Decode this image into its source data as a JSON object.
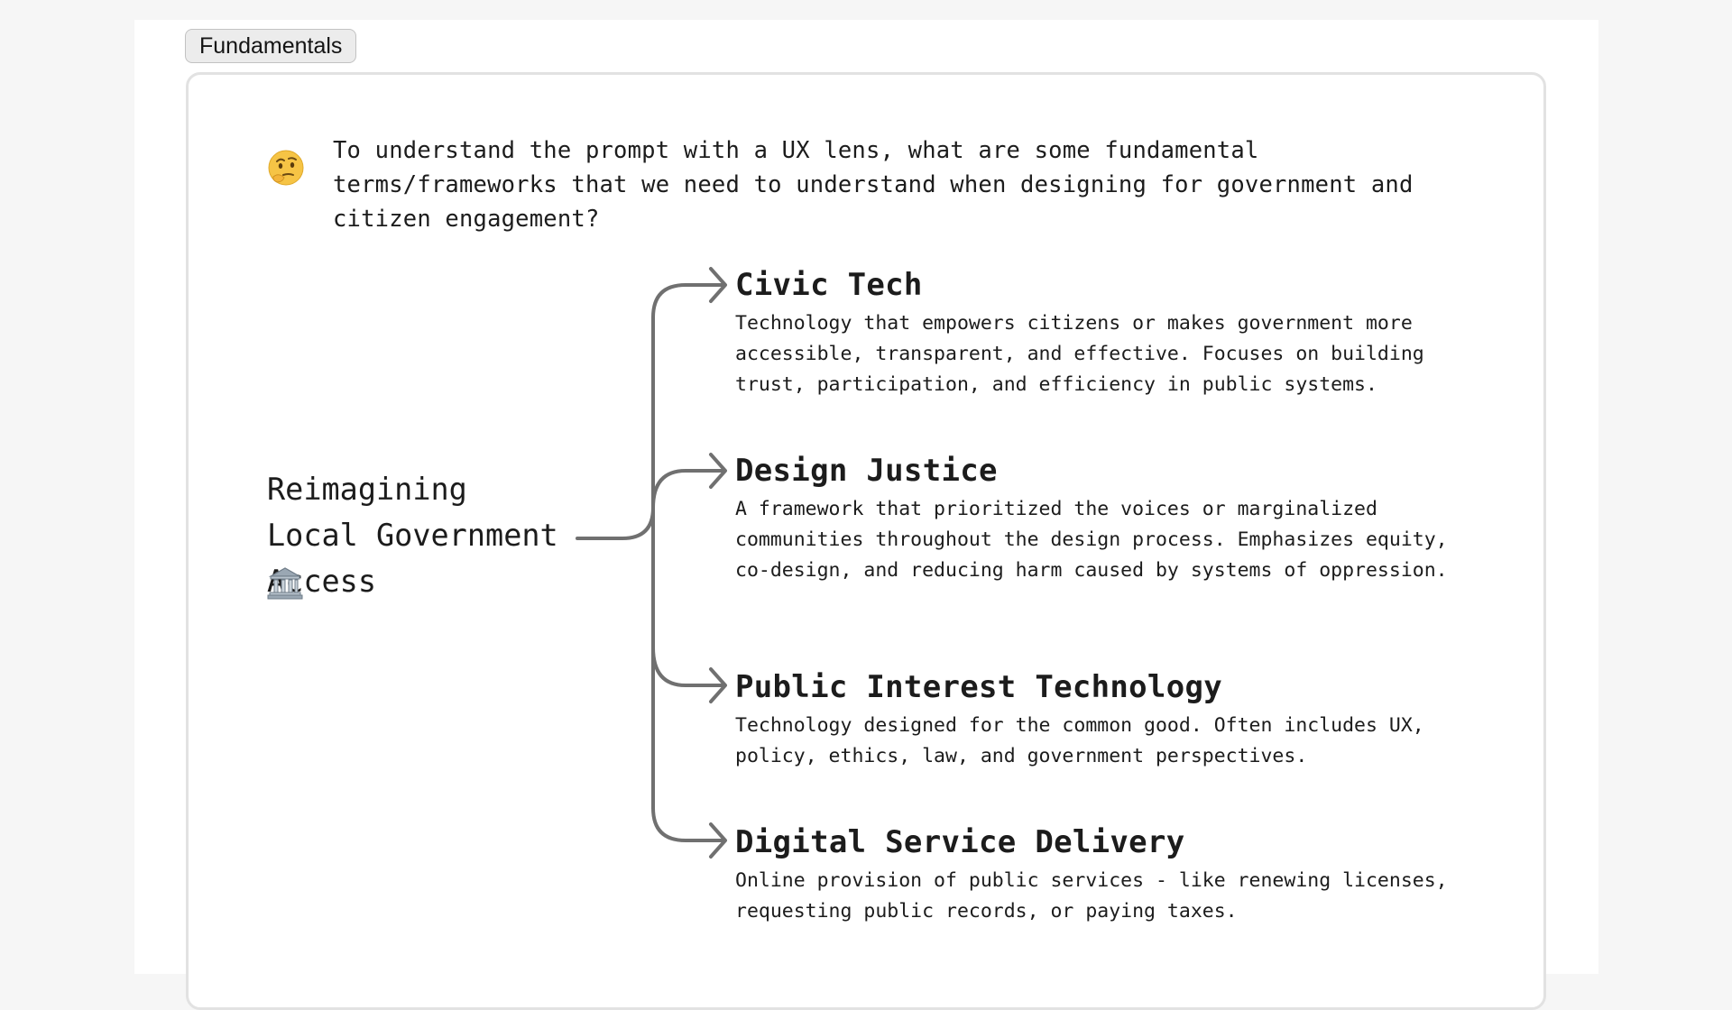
{
  "section_tag": "Fundamentals",
  "prompt": {
    "icon": "thinking-face-icon",
    "emoji": "🤔",
    "text": "To understand the prompt with a UX lens, what are some fundamental terms/frameworks that we need to understand when designing for government and citizen engagement?"
  },
  "root": {
    "title": "Reimagining Local Government Access",
    "icon": "classical-building-icon",
    "emoji": "🏛️"
  },
  "branches": [
    {
      "title": "Civic Tech",
      "description": "Technology that empowers citizens or makes government more accessible, transparent, and effective. Focuses on building trust, participation, and efficiency in public systems."
    },
    {
      "title": "Design Justice",
      "description": "A framework that prioritized the voices or marginalized communities throughout the design process. Emphasizes equity, co-design, and reducing harm caused by systems of oppression."
    },
    {
      "title": "Public Interest Technology",
      "description": "Technology designed for the common good. Often includes UX, policy, ethics, law, and government perspectives."
    },
    {
      "title": "Digital Service Delivery",
      "description": "Online provision of public services - like renewing licenses, requesting public records, or paying taxes."
    }
  ],
  "colors": {
    "connector": "#707070",
    "card_border": "#e2e2e2",
    "tag_background": "#ececec"
  }
}
